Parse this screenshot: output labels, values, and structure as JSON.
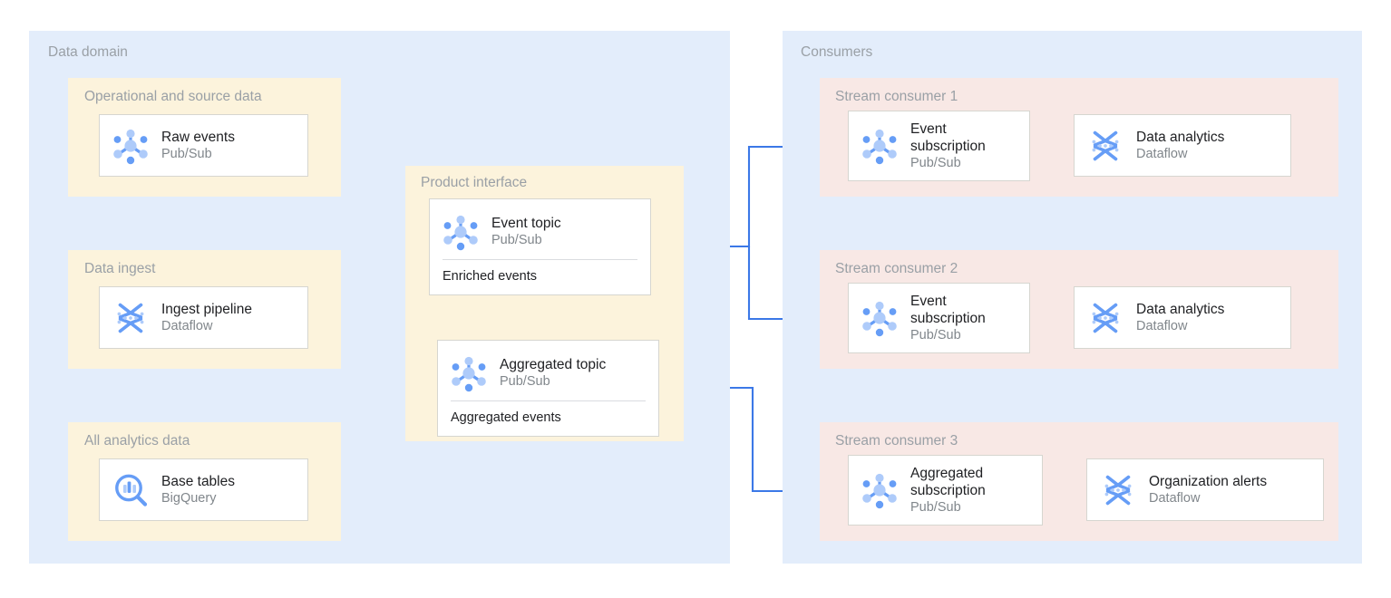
{
  "diagram": {
    "accent_blue": "#3b78e7",
    "panel_blue": "#e3edfb",
    "group_yellow": "#fcf3dc",
    "group_pink": "#f8e8e5",
    "card_white": "#ffffff",
    "label_gray": "#9aa0a6",
    "title_color": "#202124",
    "subtitle_color": "#80868b"
  },
  "panels": [
    {
      "id": "data-domain",
      "label": "Data domain"
    },
    {
      "id": "consumers",
      "label": "Consumers"
    }
  ],
  "groups": [
    {
      "id": "operational-and-source-data",
      "label": "Operational and source data"
    },
    {
      "id": "data-ingest",
      "label": "Data ingest"
    },
    {
      "id": "all-analytics-data",
      "label": "All analytics data"
    },
    {
      "id": "product-interface",
      "label": "Product interface"
    },
    {
      "id": "stream-consumer-1",
      "label": "Stream consumer 1"
    },
    {
      "id": "stream-consumer-2",
      "label": "Stream consumer 2"
    },
    {
      "id": "stream-consumer-3",
      "label": "Stream consumer 3"
    }
  ],
  "nodes": {
    "raw_events": {
      "title": "Raw events",
      "subtitle": "Pub/Sub",
      "icon": "pubsub-icon"
    },
    "ingest_pipeline": {
      "title": "Ingest pipeline",
      "subtitle": "Dataflow",
      "icon": "dataflow-icon"
    },
    "base_tables": {
      "title": "Base tables",
      "subtitle": "BigQuery",
      "icon": "bigquery-icon"
    },
    "event_topic": {
      "title": "Event topic",
      "subtitle": "Pub/Sub",
      "icon": "pubsub-icon",
      "footer": "Enriched events"
    },
    "aggregated_topic": {
      "title": "Aggregated topic",
      "subtitle": "Pub/Sub",
      "icon": "pubsub-icon",
      "footer": "Aggregated events"
    },
    "event_subscription_1": {
      "title": "Event\nsubscription",
      "subtitle": "Pub/Sub",
      "icon": "pubsub-icon"
    },
    "data_analytics_1": {
      "title": "Data analytics",
      "subtitle": "Dataflow",
      "icon": "dataflow-icon"
    },
    "event_subscription_2": {
      "title": "Event\nsubscription",
      "subtitle": "Pub/Sub",
      "icon": "pubsub-icon"
    },
    "data_analytics_2": {
      "title": "Data analytics",
      "subtitle": "Dataflow",
      "icon": "dataflow-icon"
    },
    "aggregated_subscription": {
      "title": "Aggregated\nsubscription",
      "subtitle": "Pub/Sub",
      "icon": "pubsub-icon"
    },
    "organization_alerts": {
      "title": "Organization alerts",
      "subtitle": "Dataflow",
      "icon": "dataflow-icon"
    }
  },
  "connections": [
    {
      "from": "raw_events",
      "to": "ingest_pipeline"
    },
    {
      "from": "ingest_pipeline",
      "to": "event_topic"
    },
    {
      "from": "ingest_pipeline",
      "to": "aggregated_topic"
    },
    {
      "from": "ingest_pipeline",
      "to": "base_tables"
    },
    {
      "from": "event_topic",
      "to": "event_subscription_1"
    },
    {
      "from": "event_topic",
      "to": "event_subscription_2"
    },
    {
      "from": "aggregated_topic",
      "to": "aggregated_subscription"
    },
    {
      "from": "event_subscription_1",
      "to": "data_analytics_1"
    },
    {
      "from": "event_subscription_2",
      "to": "data_analytics_2"
    },
    {
      "from": "aggregated_subscription",
      "to": "organization_alerts"
    }
  ]
}
